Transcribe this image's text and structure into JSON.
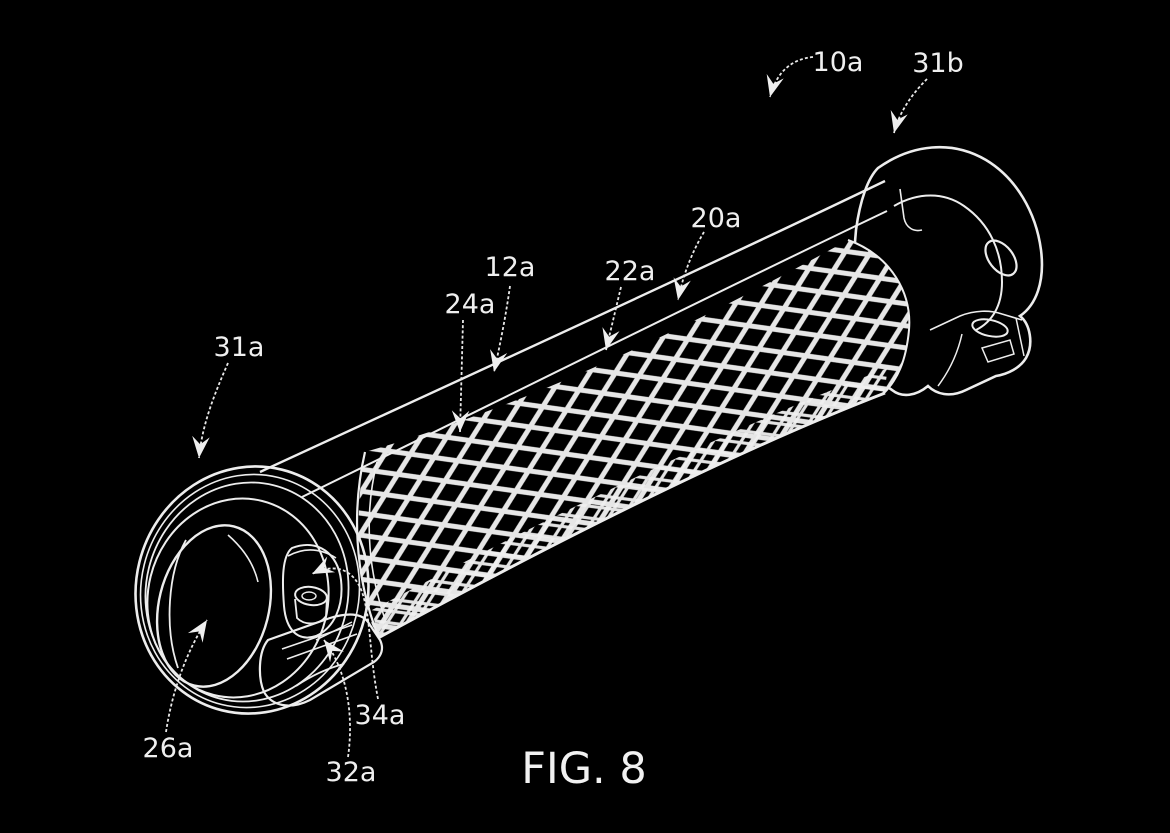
{
  "figure": {
    "caption": "FIG. 8",
    "type": "patent-line-drawing",
    "subject": "lock-on handlebar grip with mesh-textured sleeve and end clamp rings"
  },
  "colors": {
    "background": "#000000",
    "line": "#ededed",
    "text": "#efefef"
  },
  "reference_labels": [
    {
      "id": "10a",
      "text": "10a",
      "points_to": "overall grip assembly"
    },
    {
      "id": "31b",
      "text": "31b",
      "points_to": "right clamp ring"
    },
    {
      "id": "20a",
      "text": "20a",
      "points_to": "outer grip surface"
    },
    {
      "id": "22a",
      "text": "22a",
      "points_to": "inner sleeve edge line"
    },
    {
      "id": "12a",
      "text": "12a",
      "points_to": "grip body"
    },
    {
      "id": "24a",
      "text": "24a",
      "points_to": "mesh texture edge"
    },
    {
      "id": "31a",
      "text": "31a",
      "points_to": "left clamp ring"
    },
    {
      "id": "26a",
      "text": "26a",
      "points_to": "clamp bore"
    },
    {
      "id": "34a",
      "text": "34a",
      "points_to": "clamp bolt area"
    },
    {
      "id": "32a",
      "text": "32a",
      "points_to": "clamp slot"
    }
  ]
}
